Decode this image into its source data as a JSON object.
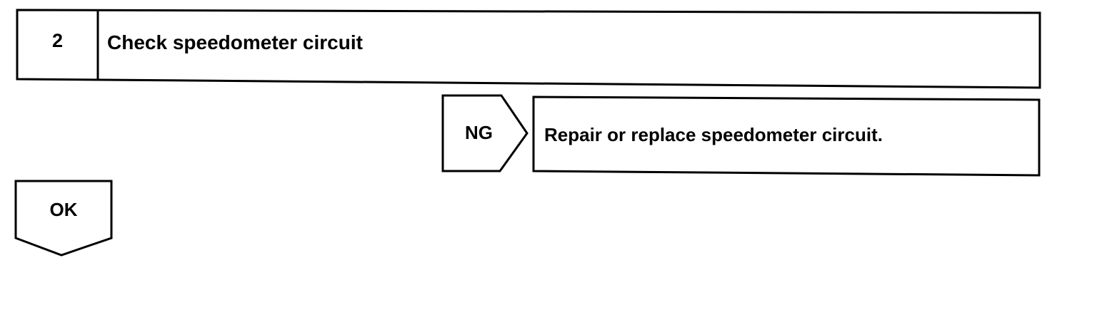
{
  "step": {
    "number": "2",
    "title": "Check speedometer circuit"
  },
  "ng_branch": {
    "label": "NG",
    "action": "Repair or replace speedometer circuit."
  },
  "ok_branch": {
    "label": "OK"
  },
  "colors": {
    "line": "#000000",
    "background": "#ffffff"
  }
}
